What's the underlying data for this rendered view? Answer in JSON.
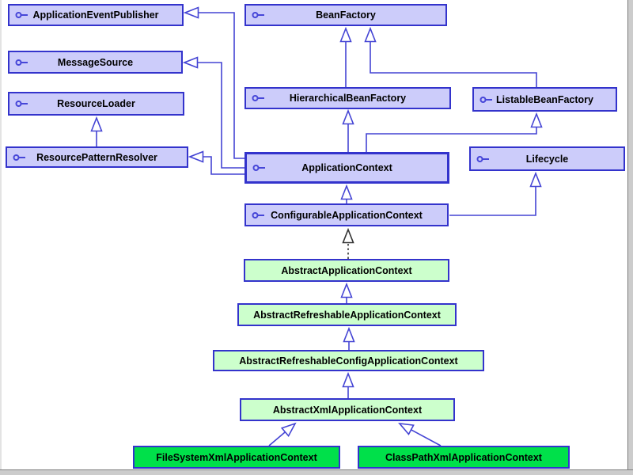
{
  "diagram": {
    "nodes": [
      {
        "id": "application-event-publisher",
        "label": "ApplicationEventPublisher",
        "kind": "interface"
      },
      {
        "id": "bean-factory",
        "label": "BeanFactory",
        "kind": "interface"
      },
      {
        "id": "message-source",
        "label": "MessageSource",
        "kind": "interface"
      },
      {
        "id": "resource-loader",
        "label": "ResourceLoader",
        "kind": "interface"
      },
      {
        "id": "hierarchical-bean-factory",
        "label": "HierarchicalBeanFactory",
        "kind": "interface"
      },
      {
        "id": "listable-bean-factory",
        "label": "ListableBeanFactory",
        "kind": "interface"
      },
      {
        "id": "resource-pattern-resolver",
        "label": "ResourcePatternResolver",
        "kind": "interface"
      },
      {
        "id": "application-context",
        "label": "ApplicationContext",
        "kind": "interface"
      },
      {
        "id": "lifecycle",
        "label": "Lifecycle",
        "kind": "interface"
      },
      {
        "id": "configurable-application-context",
        "label": "ConfigurableApplicationContext",
        "kind": "interface"
      },
      {
        "id": "abstract-application-context",
        "label": "AbstractApplicationContext",
        "kind": "abstract-class"
      },
      {
        "id": "abstract-refreshable-application-context",
        "label": "AbstractRefreshableApplicationContext",
        "kind": "abstract-class"
      },
      {
        "id": "abstract-refreshable-config-application-context",
        "label": "AbstractRefreshableConfigApplicationContext",
        "kind": "abstract-class"
      },
      {
        "id": "abstract-xml-application-context",
        "label": "AbstractXmlApplicationContext",
        "kind": "abstract-class"
      },
      {
        "id": "file-system-xml-application-context",
        "label": "FileSystemXmlApplicationContext",
        "kind": "concrete-class"
      },
      {
        "id": "class-path-xml-application-context",
        "label": "ClassPathXmlApplicationContext",
        "kind": "concrete-class"
      }
    ],
    "relations": [
      {
        "from": "HierarchicalBeanFactory",
        "to": "BeanFactory",
        "type": "extends"
      },
      {
        "from": "ListableBeanFactory",
        "to": "BeanFactory",
        "type": "extends"
      },
      {
        "from": "ApplicationContext",
        "to": "HierarchicalBeanFactory",
        "type": "extends"
      },
      {
        "from": "ApplicationContext",
        "to": "ListableBeanFactory",
        "type": "extends"
      },
      {
        "from": "ApplicationContext",
        "to": "ApplicationEventPublisher",
        "type": "extends"
      },
      {
        "from": "ApplicationContext",
        "to": "MessageSource",
        "type": "extends"
      },
      {
        "from": "ApplicationContext",
        "to": "ResourcePatternResolver",
        "type": "extends"
      },
      {
        "from": "ResourcePatternResolver",
        "to": "ResourceLoader",
        "type": "extends"
      },
      {
        "from": "ConfigurableApplicationContext",
        "to": "ApplicationContext",
        "type": "extends"
      },
      {
        "from": "ConfigurableApplicationContext",
        "to": "Lifecycle",
        "type": "extends"
      },
      {
        "from": "AbstractApplicationContext",
        "to": "ConfigurableApplicationContext",
        "type": "realizes"
      },
      {
        "from": "AbstractRefreshableApplicationContext",
        "to": "AbstractApplicationContext",
        "type": "extends"
      },
      {
        "from": "AbstractRefreshableConfigApplicationContext",
        "to": "AbstractRefreshableApplicationContext",
        "type": "extends"
      },
      {
        "from": "AbstractXmlApplicationContext",
        "to": "AbstractRefreshableConfigApplicationContext",
        "type": "extends"
      },
      {
        "from": "FileSystemXmlApplicationContext",
        "to": "AbstractXmlApplicationContext",
        "type": "extends"
      },
      {
        "from": "ClassPathXmlApplicationContext",
        "to": "AbstractXmlApplicationContext",
        "type": "extends"
      }
    ],
    "colors": {
      "interface_fill": "#ccccfa",
      "abstract_fill": "#ccffcc",
      "concrete_fill": "#00e04a",
      "border": "#3333cc",
      "line": "#4444d4",
      "realization_line": "#333333",
      "frame": "#cccccc"
    }
  }
}
